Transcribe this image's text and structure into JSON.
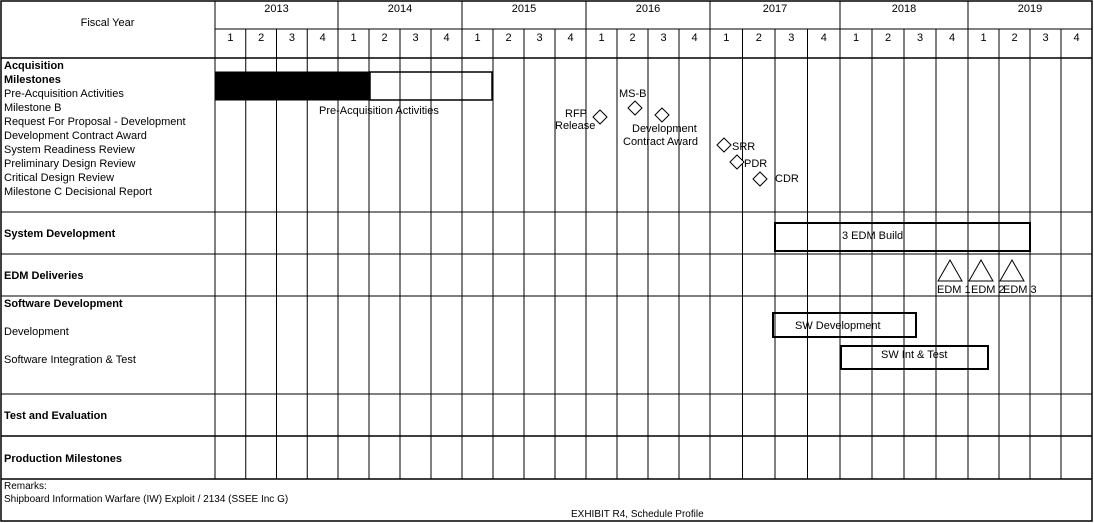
{
  "header": {
    "fiscal_year_label": "Fiscal Year",
    "years": [
      "2013",
      "2014",
      "2015",
      "2016",
      "2017",
      "2018",
      "2019"
    ],
    "quarter_labels": [
      "1",
      "2",
      "3",
      "4"
    ]
  },
  "sections": {
    "acquisition": "Acquisition",
    "milestones": "Milestones",
    "milestone_items": [
      "Pre-Acquisition Activities",
      "Milestone B",
      "Request For Proposal - Development",
      "Development Contract Award",
      "System Readiness Review",
      "Preliminary Design Review",
      "Critical Design Review",
      "Milestone C Decisional Report"
    ],
    "system_development": "System  Development",
    "edm_deliveries": "EDM Deliveries",
    "software_development": "Software Development",
    "sw_items": [
      "Development",
      "Software Integration & Test"
    ],
    "test_evaluation": "Test and Evaluation",
    "production_milestones": "Production Milestones"
  },
  "bars": {
    "pre_acq": "Pre-Acquisition Activities",
    "edm_build": "3 EDM   Build",
    "sw_dev": "SW  Development",
    "sw_int": "SW  Int & Test"
  },
  "markers": {
    "rfp_line1": "RFP",
    "rfp_line2": "Release",
    "ms_b": "MS-B",
    "dev_award_line1": "Development",
    "dev_award_line2": "Contract  Award",
    "srr": "SRR",
    "pdr": "PDR",
    "cdr": "CDR",
    "edm1": "EDM 1",
    "edm2": "EDM 2",
    "edm3": "EDM 3"
  },
  "remarks": {
    "label": "Remarks:",
    "text": "Shipboard Information Warfare (IW) Exploit / 2134 (SSEE Inc G)"
  },
  "footer": "EXHIBIT R4, Schedule Profile"
}
